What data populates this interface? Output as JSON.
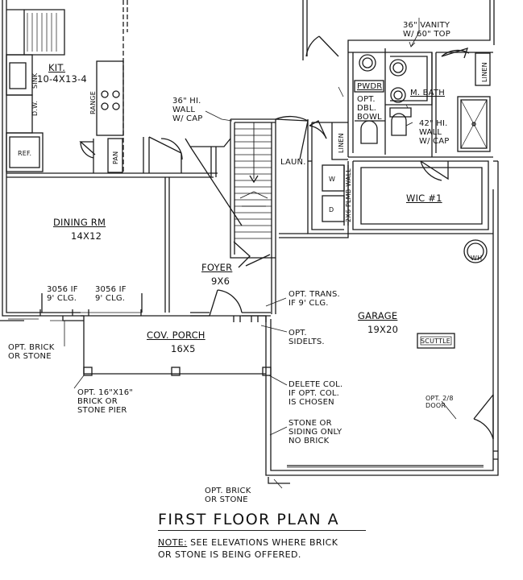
{
  "title": "FIRST FLOOR PLAN A",
  "note": {
    "label": "NOTE:",
    "text": "SEE ELEVATIONS WHERE BRICK",
    "text2": "OR STONE IS BEING OFFERED."
  },
  "rooms": {
    "kit": {
      "name": "KIT.",
      "size": "10-4x13-4"
    },
    "dining": {
      "name": "DINING RM",
      "size": "14x12"
    },
    "foyer": {
      "name": "FOYER",
      "size": "9x6"
    },
    "porch": {
      "name": "COV. PORCH",
      "size": "16x5"
    },
    "garage": {
      "name": "GARAGE",
      "size": "19x20"
    },
    "laun": {
      "name": "LAUN."
    },
    "wic": {
      "name": "WIC #1"
    },
    "pwdr": {
      "name": "PWDR"
    },
    "mbath": {
      "name": "M. BATH"
    }
  },
  "fixtures": {
    "sink": "SINK",
    "dw": "D.W.",
    "range": "RANGE",
    "ref": "REF.",
    "pan": "PAN",
    "linen1": "LINEN",
    "linen2": "LINEN",
    "w": "W",
    "d": "D",
    "wall2x6": "2x6 PLMB WALL",
    "wh": "WH",
    "scuttle": "SCUTTLE"
  },
  "notes": {
    "wall36_1": "36\" HI.",
    "wall36_2": "WALL",
    "wall36_3": "W/ CAP",
    "vanity_1": "36\" VANITY",
    "vanity_2": "W/ 60\" TOP",
    "optdbl_1": "OPT.",
    "optdbl_2": "DBL.",
    "optdbl_3": "BOWL",
    "wall42_1": "42\" HI.",
    "wall42_2": "WALL",
    "wall42_3": "W/ CAP",
    "win1_1": "3056 IF",
    "win1_2": "9' CLG.",
    "win2_1": "3056 IF",
    "win2_2": "9' CLG.",
    "trans_1": "OPT. TRANS.",
    "trans_2": "IF 9' CLG.",
    "sidelts_1": "OPT.",
    "sidelts_2": "SIDELTS.",
    "brick1_1": "OPT. BRICK",
    "brick1_2": "OR STONE",
    "pier_1": "OPT. 16\"x16\"",
    "pier_2": "BRICK OR",
    "pier_3": "STONE PIER",
    "delcol_1": "DELETE COL.",
    "delcol_2": "IF OPT. COL.",
    "delcol_3": "IS CHOSEN",
    "siding_1": "STONE OR",
    "siding_2": "SIDING ONLY",
    "siding_3": "NO BRICK",
    "door28_1": "OPT. 2/8",
    "door28_2": "DOOR",
    "brick2_1": "OPT. BRICK",
    "brick2_2": "OR STONE"
  }
}
